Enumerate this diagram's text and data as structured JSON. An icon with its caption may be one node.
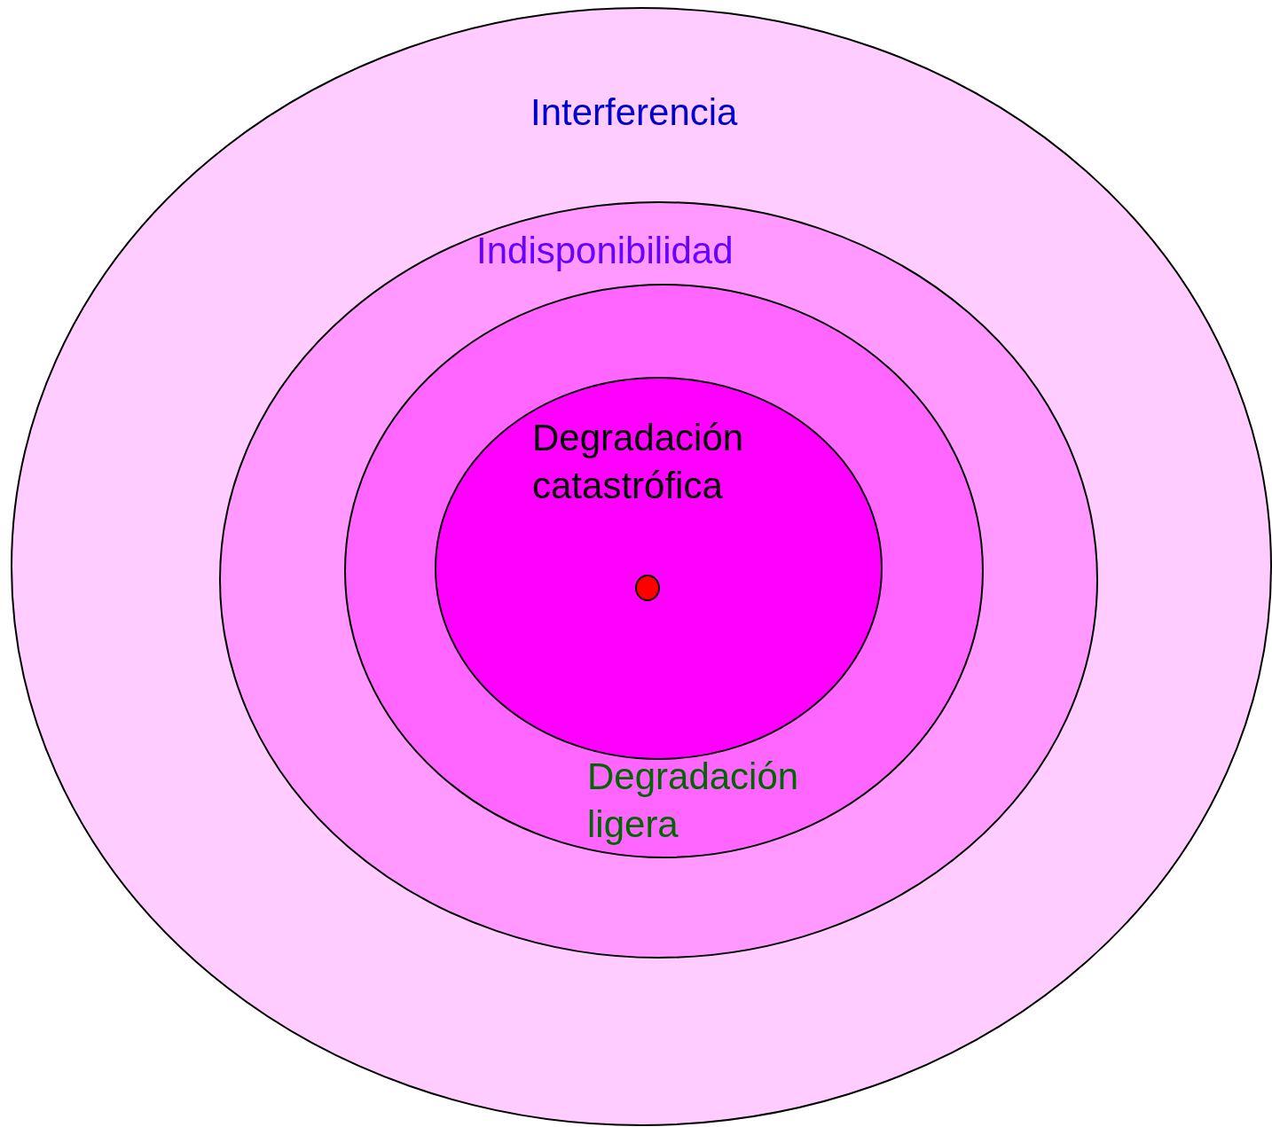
{
  "diagram": {
    "nodes": [
      {
        "text": [
          "Interferencia"
        ]
      },
      {
        "text": [
          "Indisponibilidad"
        ],
        "in": 0
      },
      {
        "text": [
          "Degradación ligera"
        ],
        "in": 1
      },
      {
        "text": [
          "Degradación catastrófica"
        ],
        "in": 2
      },
      {
        "text": [],
        "shape": "circle",
        "in": 3
      }
    ]
  }
}
